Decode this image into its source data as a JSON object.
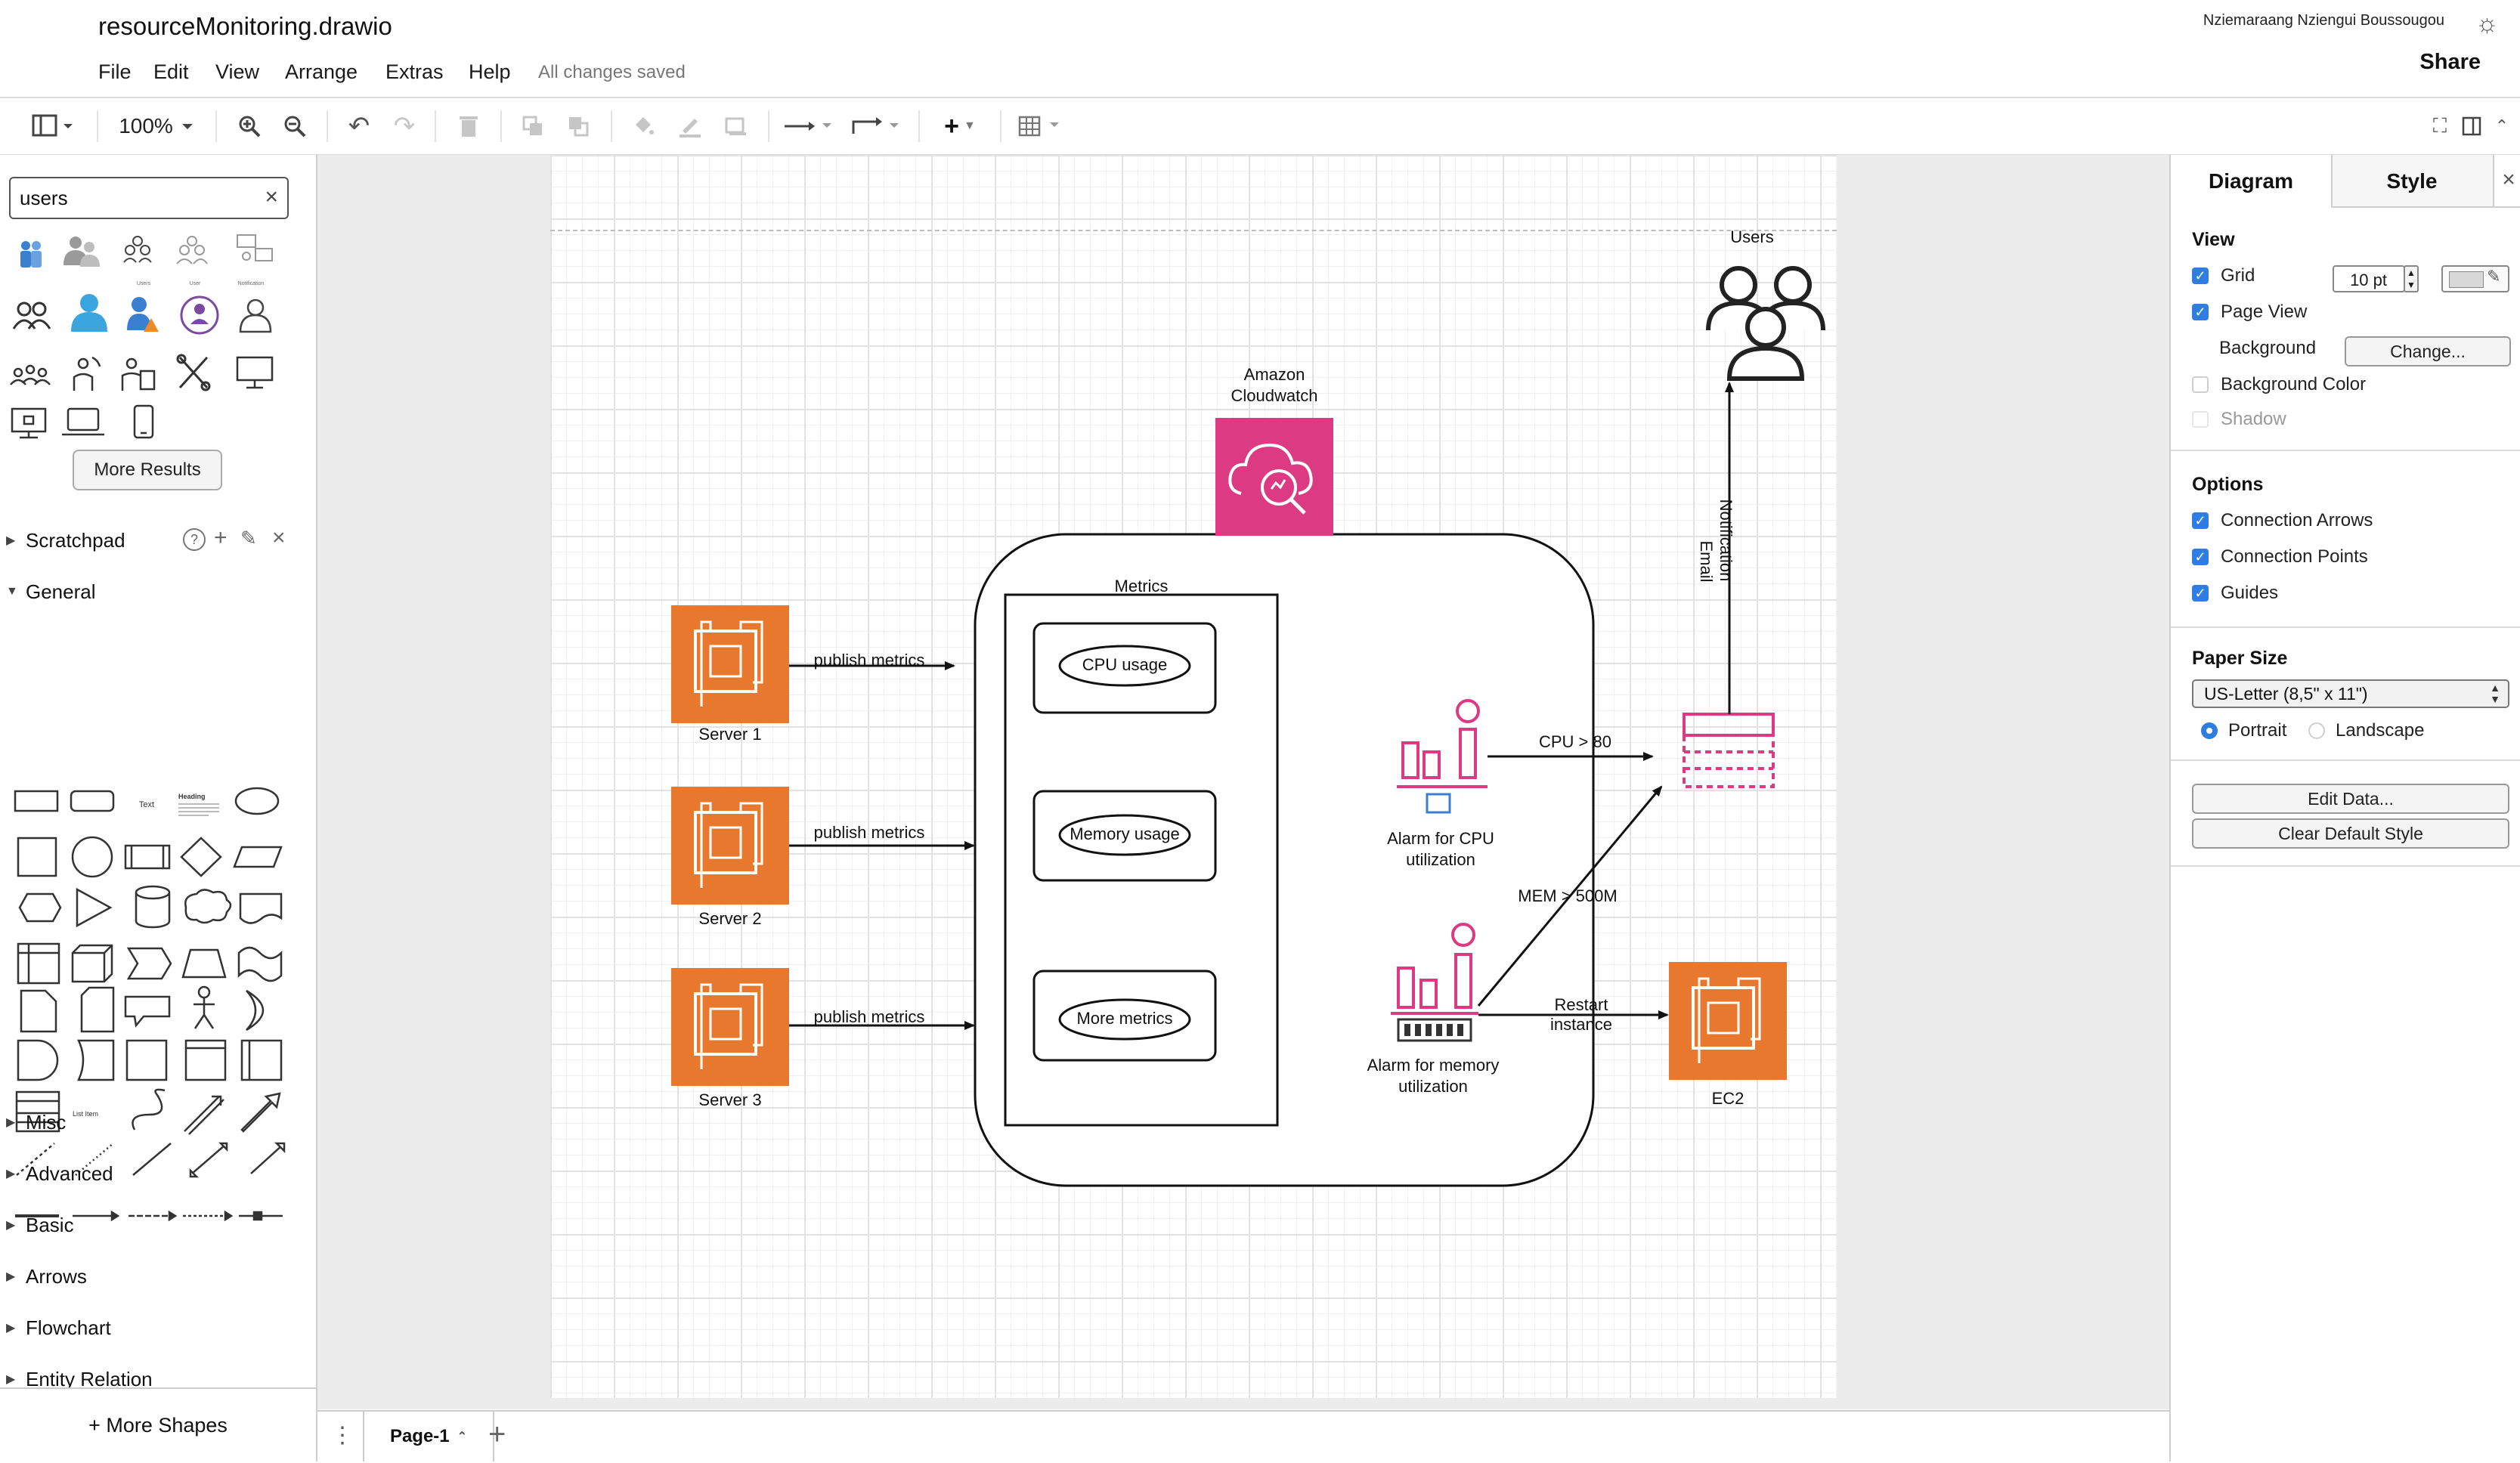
{
  "app": {
    "doc_title": "resourceMonitoring.drawio",
    "user_name": "Nziemaraang Nziengui Boussougou",
    "share_label": "Share",
    "saved_status": "All changes saved",
    "menu": [
      "File",
      "Edit",
      "View",
      "Arrange",
      "Extras",
      "Help"
    ]
  },
  "toolbar": {
    "zoom": "100%",
    "icons": [
      "sidebar-toggle-icon",
      "zoom-in-icon",
      "zoom-out-icon",
      "undo-icon",
      "redo-icon",
      "delete-icon",
      "to-front-icon",
      "to-back-icon",
      "fill-color-icon",
      "line-color-icon",
      "shadow-icon",
      "connection-icon",
      "waypoints-icon",
      "insert-icon",
      "table-icon",
      "fullscreen-icon",
      "format-panel-icon",
      "collapse-icon"
    ]
  },
  "left_panel": {
    "search_value": "users",
    "more_results_label": "More Results",
    "tiny_labels": [
      "Users",
      "User",
      "Notification"
    ],
    "scratchpad_label": "Scratchpad",
    "general_label": "General",
    "general_text_shape": "Text",
    "general_heading_shape": "Heading",
    "general_list_item": "List Item",
    "sections": [
      "Misc",
      "Advanced",
      "Basic",
      "Arrows",
      "Flowchart",
      "Entity Relation"
    ],
    "more_shapes_label": "+ More Shapes"
  },
  "diagram": {
    "users_label": "Users",
    "cloudwatch_label_1": "Amazon",
    "cloudwatch_label_2": "Cloudwatch",
    "metrics_label": "Metrics",
    "cpu_usage": "CPU usage",
    "memory_usage": "Memory usage",
    "more_metrics": "More metrics",
    "servers": [
      "Server 1",
      "Server 2",
      "Server 3"
    ],
    "publish_label": "publish metrics",
    "alarm_cpu_1": "Alarm for CPU",
    "alarm_cpu_2": "utilization",
    "alarm_mem_1": "Alarm for memory",
    "alarm_mem_2": "utilization",
    "cpu_condition": "CPU > 80",
    "mem_condition": "MEM > 500M",
    "restart_1": "Restart",
    "restart_2": "instance",
    "email_1": "Email",
    "email_2": "Notification",
    "ec2_label": "EC2",
    "colors": {
      "aws_orange": "#e8782d",
      "cloudwatch_pink": "#dc3b84"
    }
  },
  "page_bar": {
    "page_tab": "Page-1"
  },
  "right_panel": {
    "tabs": [
      "Diagram",
      "Style"
    ],
    "view_header": "View",
    "grid_label": "Grid",
    "grid_size": "10 pt",
    "page_view_label": "Page View",
    "background_label": "Background",
    "change_label": "Change...",
    "background_color_label": "Background Color",
    "shadow_label": "Shadow",
    "options_header": "Options",
    "connection_arrows_label": "Connection Arrows",
    "connection_points_label": "Connection Points",
    "guides_label": "Guides",
    "paper_size_header": "Paper Size",
    "paper_size_value": "US-Letter (8,5\" x 11\")",
    "portrait_label": "Portrait",
    "landscape_label": "Landscape",
    "edit_data_label": "Edit Data...",
    "clear_style_label": "Clear Default Style"
  }
}
